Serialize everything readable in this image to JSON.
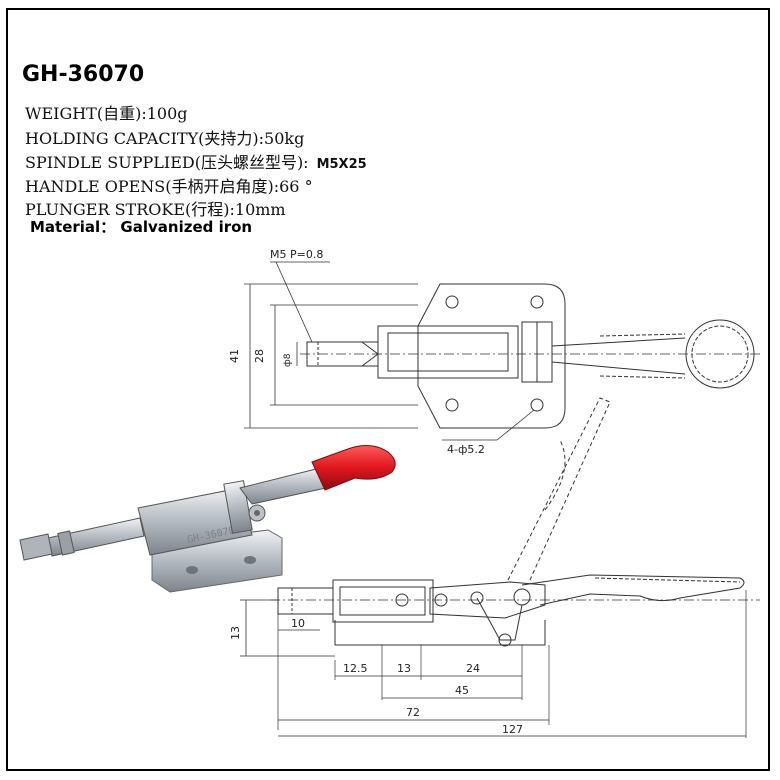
{
  "title": "GH-36070",
  "specs": [
    {
      "text": "WEIGHT(自重):100g"
    },
    {
      "text": "HOLDING CAPACITY(夹持力):50kg"
    },
    {
      "text": "SPINDLE SUPPLIED(压头螺丝型号):",
      "value": "M5X25"
    },
    {
      "text": "HANDLE OPENS(手柄开启角度):66 °"
    },
    {
      "text": "PLUNGER STROKE(行程):10mm"
    }
  ],
  "material": "Material： Galvanized iron",
  "product_marking": "GH-36070",
  "top_view": {
    "thread_label": "M5 P=0.8",
    "height_outer": "41",
    "height_inner": "28",
    "diameter": "ф8",
    "holes_label": "4-ф5.2"
  },
  "side_view": {
    "height": "13",
    "dims": [
      "10",
      "12.5",
      "13",
      "24",
      "45",
      "72",
      "127"
    ]
  },
  "colors": {
    "handle_grip": "#e0161e",
    "steel": "#c9ced4",
    "line": "#333333"
  }
}
